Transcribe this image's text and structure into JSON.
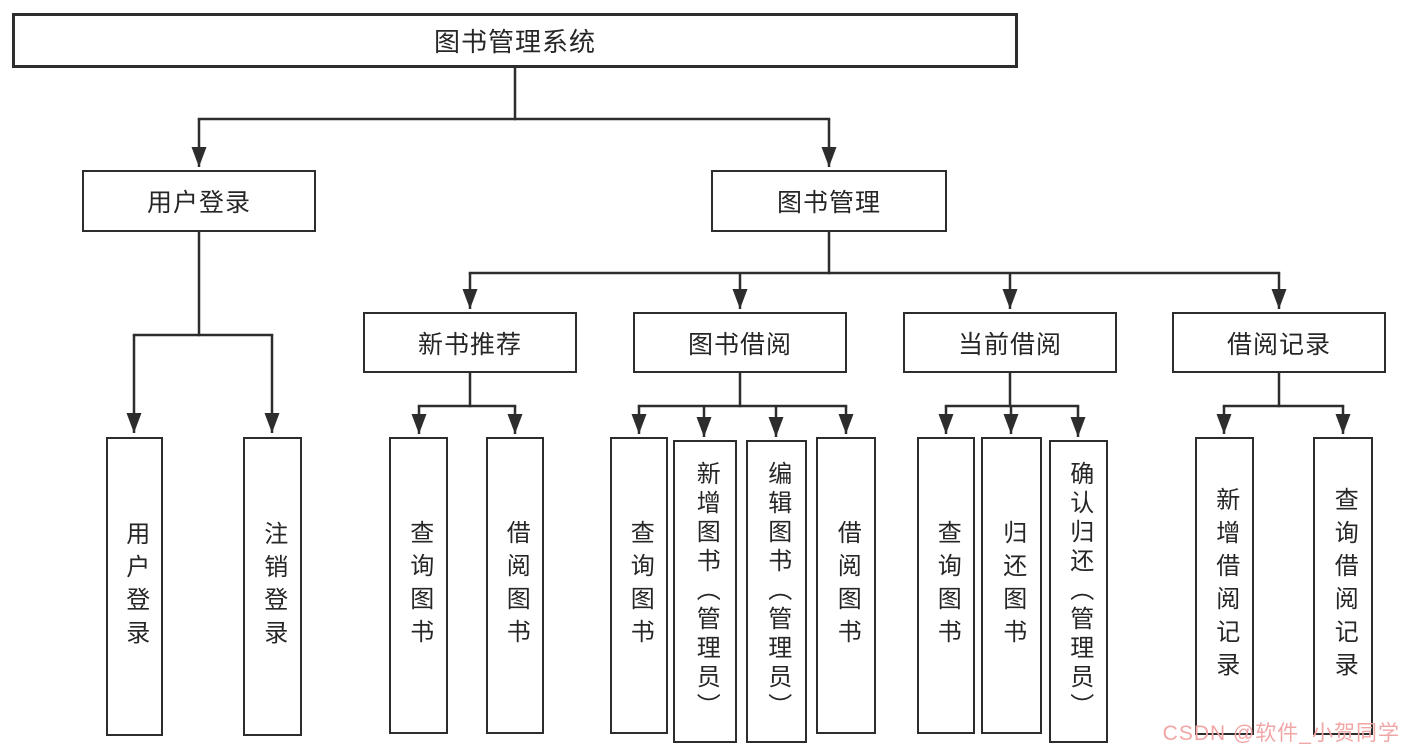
{
  "colors": {
    "line": "#2d2d2d",
    "box_border": "#2d2d2d",
    "text": "#262626",
    "watermark": "#f1a6a6",
    "background": "#ffffff"
  },
  "watermark": "CSDN @软件_小贺同学",
  "tree": {
    "label": "图书管理系统",
    "children": [
      {
        "label": "用户登录",
        "children": [
          {
            "label": "用户登录"
          },
          {
            "label": "注销登录"
          }
        ]
      },
      {
        "label": "图书管理",
        "children": [
          {
            "label": "新书推荐",
            "children": [
              {
                "label": "查询图书"
              },
              {
                "label": "借阅图书"
              }
            ]
          },
          {
            "label": "图书借阅",
            "children": [
              {
                "label": "查询图书"
              },
              {
                "label": "新增图书（管理员）"
              },
              {
                "label": "编辑图书（管理员）"
              },
              {
                "label": "借阅图书"
              }
            ]
          },
          {
            "label": "当前借阅",
            "children": [
              {
                "label": "查询图书"
              },
              {
                "label": "归还图书"
              },
              {
                "label": "确认归还（管理员）"
              }
            ]
          },
          {
            "label": "借阅记录",
            "children": [
              {
                "label": "新增借阅记录"
              },
              {
                "label": "查询借阅记录"
              }
            ]
          }
        ]
      }
    ]
  }
}
